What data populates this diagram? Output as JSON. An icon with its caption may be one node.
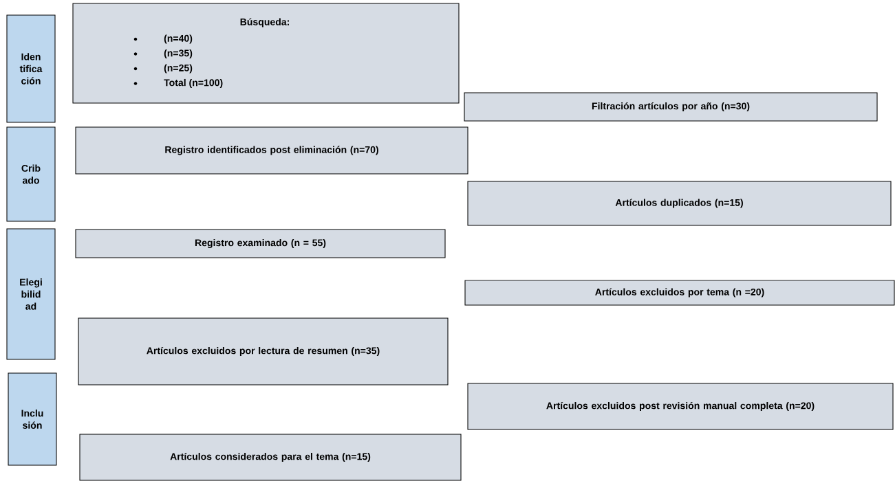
{
  "diagram": {
    "nodes": [
      {
        "text": [
          "Iden tifica ción"
        ]
      },
      {
        "text": [
          "Búsqueda:",
          "(n=40)",
          "(n=35)",
          "(n=25)",
          "Total (n=100)"
        ]
      },
      {
        "text": [
          "Filtración artículos por año (n=30)"
        ]
      },
      {
        "text": [
          "Crib ado"
        ]
      },
      {
        "text": [
          "Registro identificados post eliminación (n=70)"
        ]
      },
      {
        "text": [
          "Artículos duplicados  (n=15)"
        ]
      },
      {
        "text": [
          "Registro examinado (n = 55)"
        ]
      },
      {
        "text": [
          "Elegi bilid ad"
        ]
      },
      {
        "text": [
          "Artículos excluidos por tema (n =20)"
        ]
      },
      {
        "text": [
          "Artículos excluidos por lectura de resumen (n=35)"
        ]
      },
      {
        "text": [
          "Inclu sión"
        ]
      },
      {
        "text": [
          "Artículos excluidos post revisión manual completa (n=20)"
        ]
      },
      {
        "text": [
          "Artículos considerados  para el tema (n=15)"
        ]
      }
    ]
  }
}
